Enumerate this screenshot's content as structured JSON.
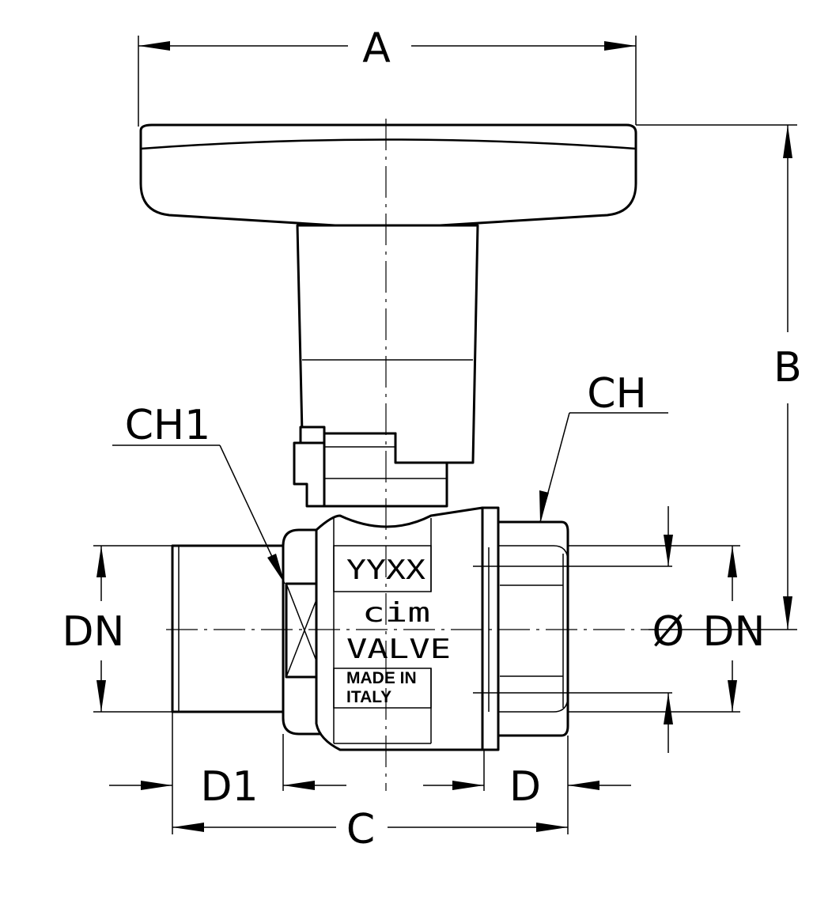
{
  "labels": {
    "A": "A",
    "B": "B",
    "C": "C",
    "CH": "CH",
    "CH1": "CH1",
    "D": "D",
    "D1": "D1",
    "DN_left": "DN",
    "DN_right": "DN",
    "diameter": "Ø"
  },
  "body_markings": {
    "code": "YYXX",
    "brand": "cim",
    "name": "VALVE",
    "origin_line1": "MADE IN",
    "origin_line2": "ITALY"
  },
  "colors": {
    "line": "#000000",
    "background": "#ffffff"
  }
}
